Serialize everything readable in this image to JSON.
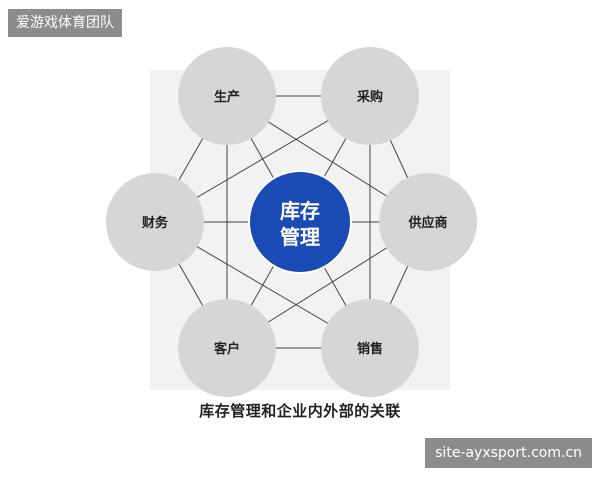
{
  "watermark_top_left": "爱游戏体育团队",
  "watermark_bottom_right": "site-ayxsport.com.cn",
  "diagram": {
    "center": {
      "line1": "库存",
      "line2": "管理"
    },
    "nodes": [
      {
        "id": "production",
        "label": "生产"
      },
      {
        "id": "procurement",
        "label": "采购"
      },
      {
        "id": "supplier",
        "label": "供应商"
      },
      {
        "id": "sales",
        "label": "销售"
      },
      {
        "id": "customer",
        "label": "客户"
      },
      {
        "id": "finance",
        "label": "财务"
      }
    ],
    "caption": "库存管理和企业内外部的关联",
    "colors": {
      "outer_node": "#d6d6d6",
      "center_node": "#1a4bb5",
      "line": "#444444",
      "backdrop": "#efefef"
    }
  }
}
